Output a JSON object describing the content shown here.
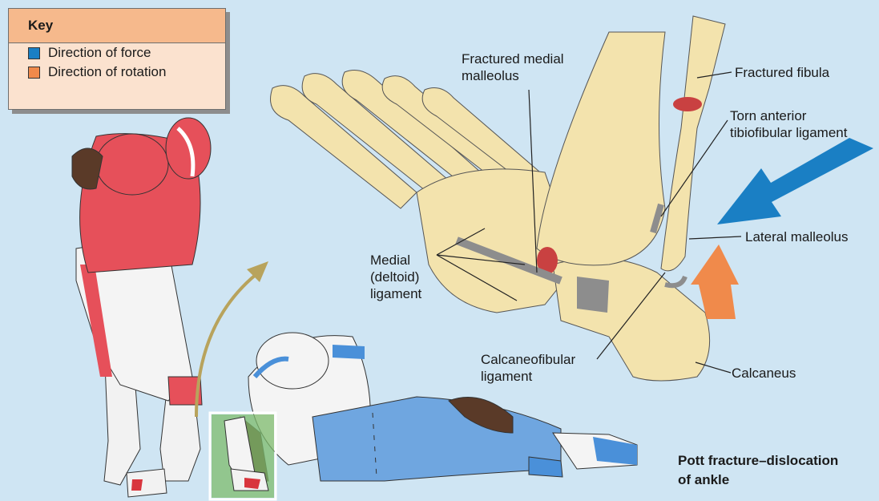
{
  "key": {
    "title": "Key",
    "items": [
      {
        "label": "Direction of force",
        "color": "#1a7fc4"
      },
      {
        "label": "Direction of rotation",
        "color": "#f08a4b"
      }
    ]
  },
  "labels": {
    "fractured_medial_malleolus": "Fractured medial\nmalleolus",
    "fractured_fibula": "Fractured fibula",
    "torn_ligament": "Torn anterior\ntibiofibular ligament",
    "lateral_malleolus": "Lateral malleolus",
    "medial_ligament": "Medial\n(deltoid)\nligament",
    "calcaneofibular": "Calcaneofibular\nligament",
    "calcaneus": "Calcaneus"
  },
  "caption": {
    "line1": "Pott fracture–dislocation",
    "line2": "of ankle"
  },
  "colors": {
    "background": "#cfe5f3",
    "bone": "#f3e3ad",
    "force_arrow": "#1a7fc4",
    "rotation_arrow": "#f08a4b",
    "jersey": "#e6505a",
    "opponent": "#6fa6e0"
  }
}
